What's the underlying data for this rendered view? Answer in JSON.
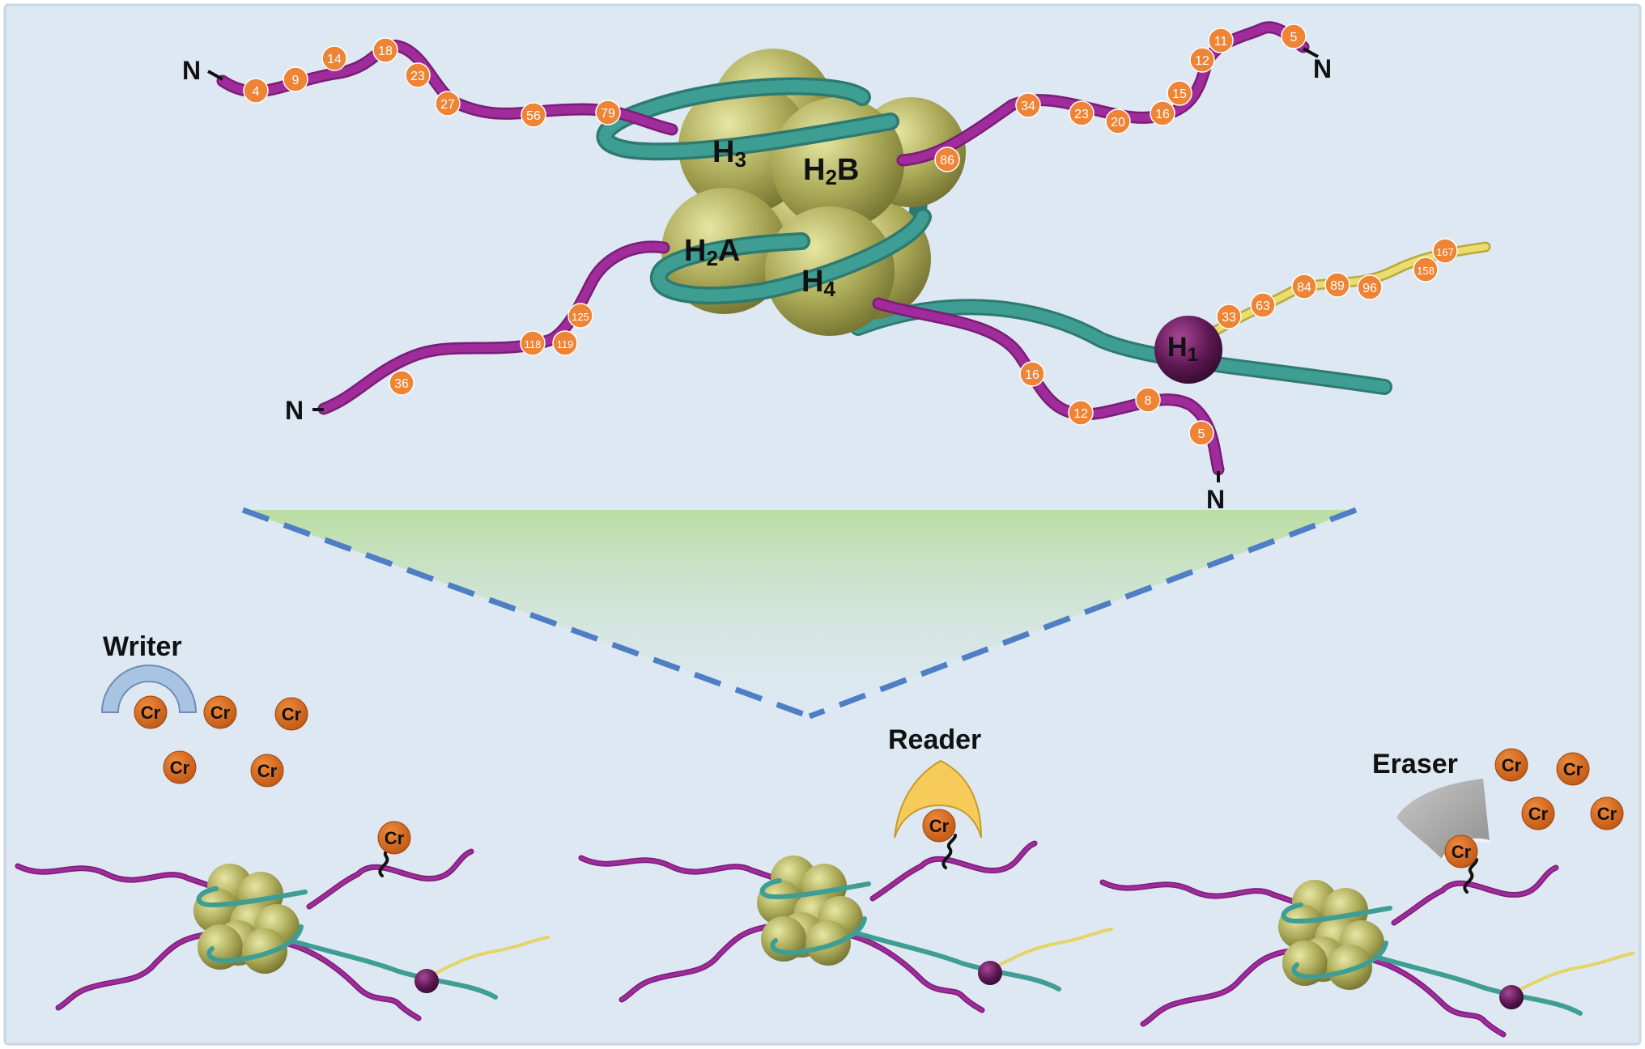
{
  "colors": {
    "background": "#dde8f3",
    "border": "#c9d6e4",
    "tail": "#9c2a97",
    "dna": "#3f9e93",
    "histone_core": "#a9a955",
    "h1_sphere": "#5a1650",
    "h1_tail": "#e6d467",
    "site_marker": "#ee8435",
    "crotonyl": "#d4661e",
    "writer": "#a8c4e2",
    "reader": "#f7cb5a",
    "eraser": "#a5a5a5",
    "dashes": "#4f7ec4",
    "wedge": "#bfe2a8"
  },
  "icons": [
    "dna-wrap",
    "histone-octamer",
    "histone-h1-sphere",
    "crotonyl-group",
    "writer-enzyme",
    "reader-protein",
    "eraser-enzyme"
  ],
  "histones": {
    "h3": {
      "name": "H",
      "sub": "3"
    },
    "h2b": {
      "name": "H",
      "sub": "2",
      "suffix": "B"
    },
    "h2a": {
      "name": "H",
      "sub": "2",
      "suffix": "A"
    },
    "h4": {
      "name": "H",
      "sub": "4"
    },
    "h1": {
      "name": "H",
      "sub": "1"
    }
  },
  "n_terminus_label": "N",
  "sites": {
    "h3": [
      "4",
      "9",
      "14",
      "18",
      "23",
      "27",
      "56",
      "79"
    ],
    "h2b": [
      "5",
      "11",
      "12",
      "15",
      "16",
      "20",
      "23",
      "34",
      "86"
    ],
    "h2a": [
      "36",
      "118",
      "119",
      "125"
    ],
    "h4": [
      "16",
      "12",
      "8",
      "5"
    ],
    "h1": [
      "33",
      "63",
      "84",
      "89",
      "96",
      "158",
      "167"
    ]
  },
  "enzymes": {
    "writer": "Writer",
    "reader": "Reader",
    "eraser": "Eraser"
  },
  "crotonyl_label": "Cr"
}
